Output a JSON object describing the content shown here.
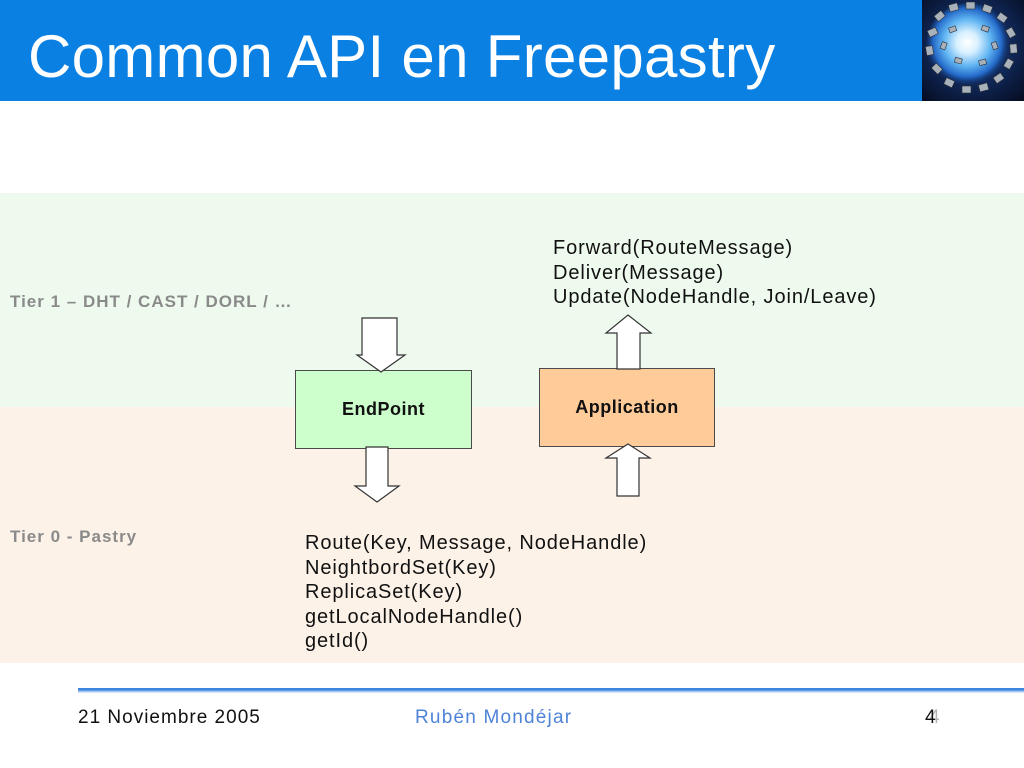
{
  "slide": {
    "title": "Common API en Freepastry",
    "header_color": "#0b80e3",
    "logo_icon": "globe-network-icon"
  },
  "tiers": [
    {
      "label": "Tier 1 – DHT / CAST / DORL / …",
      "color": "#eefaee"
    },
    {
      "label": "Tier 0 - Pastry",
      "color": "#fcf2e8"
    }
  ],
  "diagram": {
    "endpoint": {
      "label": "EndPoint",
      "color": "#ccffcc"
    },
    "application": {
      "label": "Application",
      "color": "#ffcb99"
    },
    "application_methods": [
      "Forward(RouteMessage)",
      "Deliver(Message)",
      "Update(NodeHandle, Join/Leave)"
    ],
    "endpoint_methods": [
      "Route(Key, Message, NodeHandle)",
      "NeightbordSet(Key)",
      "ReplicaSet(Key)",
      "getLocalNodeHandle()",
      "getId()"
    ]
  },
  "footer": {
    "date": "21 Noviembre 2005",
    "author": "Rubén Mondéjar",
    "author_color": "#4f83d8",
    "page_number": "4"
  }
}
